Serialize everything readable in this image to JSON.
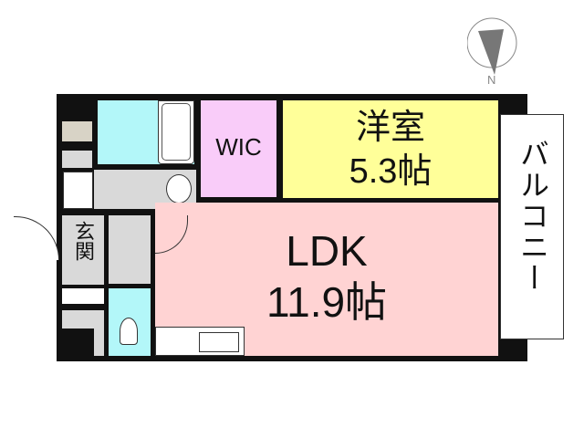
{
  "compass": {
    "label": "N"
  },
  "rooms": {
    "wic": {
      "label": "WIC",
      "color": "#f9ccf9"
    },
    "western": {
      "label": "洋室",
      "size": "5.3帖",
      "color": "#ffff99"
    },
    "ldk": {
      "label": "LDK",
      "size": "11.9帖",
      "color": "#ffd3d3"
    },
    "entrance": {
      "label": "玄関"
    },
    "balcony": {
      "label": "バルコニー"
    },
    "bath": {
      "color": "#b3f7f9"
    },
    "toilet": {
      "color": "#b3f7f9"
    },
    "utility": {
      "color": "#d9d9d9"
    }
  }
}
